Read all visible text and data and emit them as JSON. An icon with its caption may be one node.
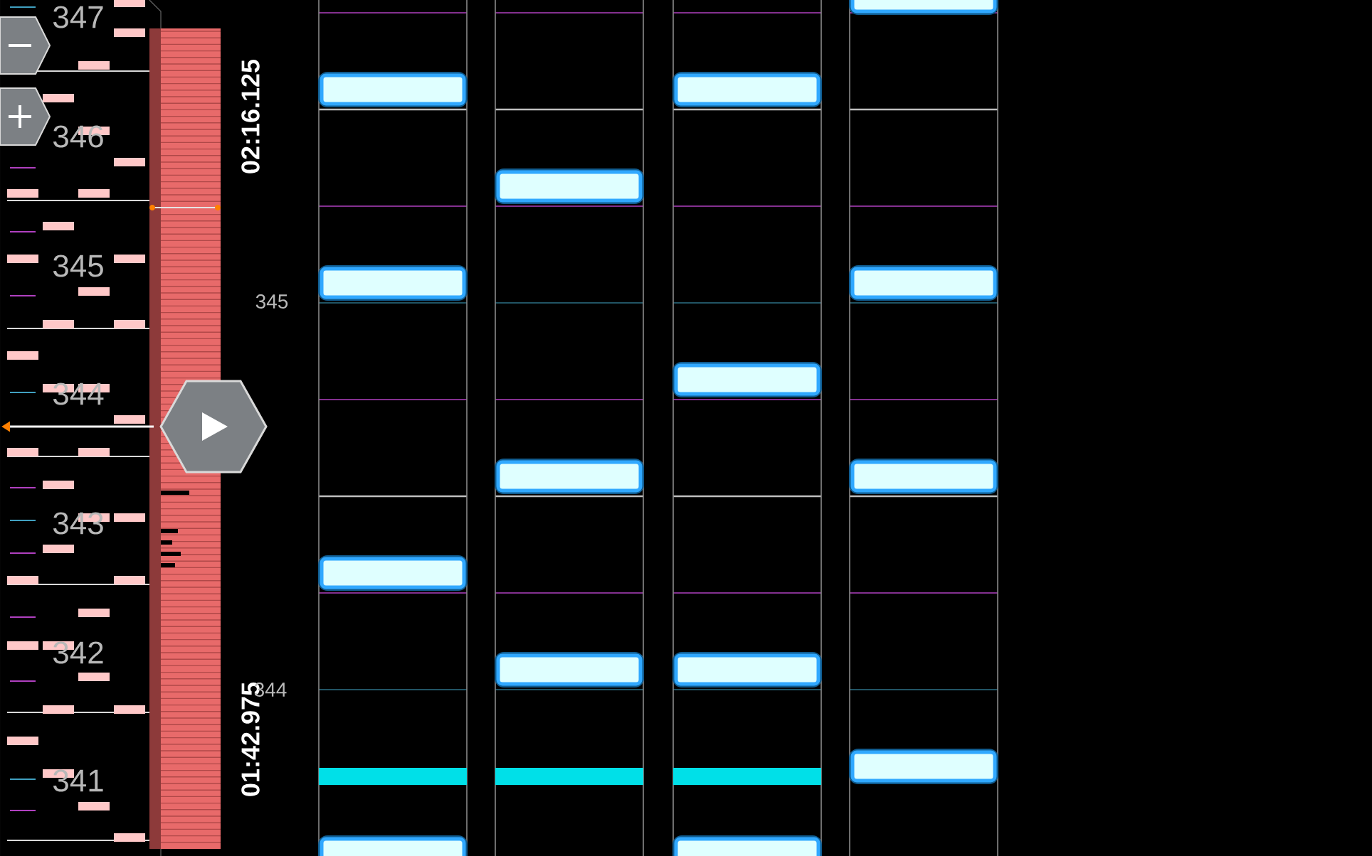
{
  "diagram": {
    "labels": [
      "347",
      "346",
      "345",
      "344",
      "343",
      "342",
      "341",
      "02:16.125",
      "345",
      "01:42.975",
      "344"
    ]
  }
}
